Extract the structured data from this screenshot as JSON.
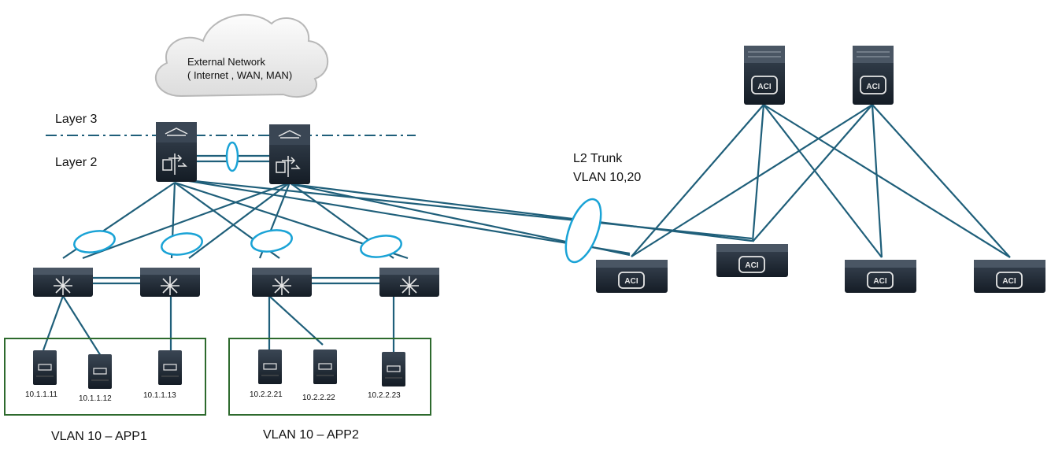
{
  "cloud": {
    "line1": "External Network",
    "line2": "( Internet , WAN, MAN)"
  },
  "labels": {
    "layer3": "Layer 3",
    "layer2": "Layer 2",
    "trunk_line1": "L2 Trunk",
    "trunk_line2": "VLAN 10,20",
    "app1": "VLAN 10 – APP1",
    "app2": "VLAN 10 – APP2"
  },
  "servers": [
    "10.1.1.11",
    "10.1.1.12",
    "10.1.1.13",
    "10.2.2.21",
    "10.2.2.22",
    "10.2.2.23"
  ],
  "device_badge": "ACI",
  "colors": {
    "link": "#1f5f7a",
    "device": "#1f2a36",
    "vpc": "#1aa3d6",
    "group_border": "#2d6a2d",
    "layer_line": "#1f5f7a"
  }
}
